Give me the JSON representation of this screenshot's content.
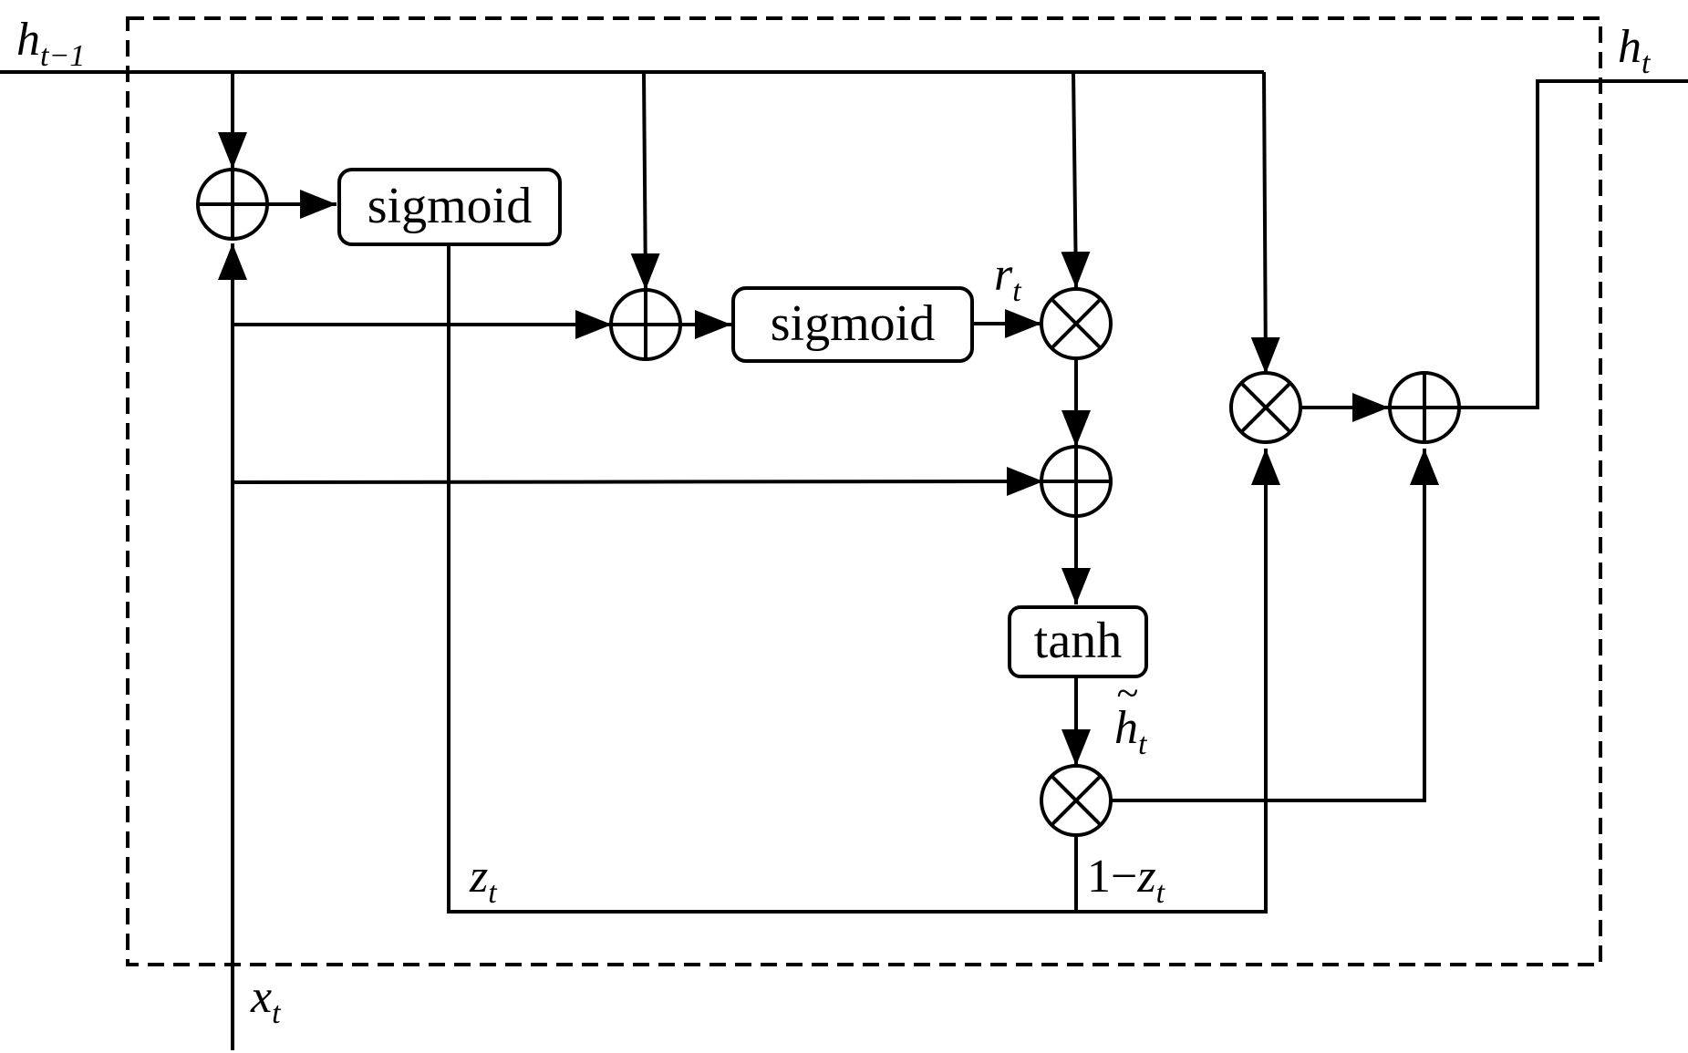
{
  "diagram": {
    "type": "GRU cell",
    "inputs": {
      "h_prev": {
        "main": "h",
        "sub": "t−1"
      },
      "x": {
        "main": "x",
        "sub": "t"
      }
    },
    "outputs": {
      "h": {
        "main": "h",
        "sub": "t"
      }
    },
    "blocks": {
      "update_gate": "sigmoid",
      "reset_gate": "sigmoid",
      "candidate": "tanh"
    },
    "signals": {
      "r": {
        "main": "r",
        "sub": "t"
      },
      "z": {
        "main": "z",
        "sub": "t"
      },
      "one_minus_z": {
        "prefix": "1−",
        "main": "z",
        "sub": "t"
      },
      "h_tilde": {
        "main": "h",
        "sub": "t",
        "accent": "~"
      }
    },
    "operators": {
      "add": "⊕",
      "multiply": "⊗"
    }
  }
}
